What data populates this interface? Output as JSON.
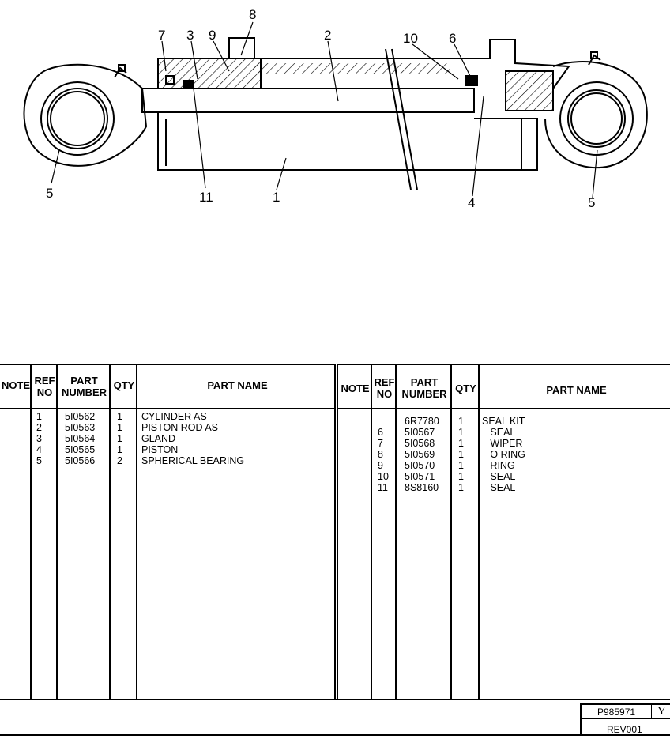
{
  "drawing": {
    "callouts": [
      "7",
      "3",
      "9",
      "8",
      "2",
      "10",
      "6",
      "5",
      "11",
      "1",
      "4",
      "5"
    ]
  },
  "table_left": {
    "headers": {
      "note": "NOTE",
      "ref": "REF\nNO",
      "part": "PART\nNUMBER",
      "qty": "QTY",
      "name": "PART NAME"
    },
    "rows": [
      {
        "ref": "1",
        "part": "5I0562",
        "qty": "1",
        "name": "CYLINDER AS"
      },
      {
        "ref": "2",
        "part": "5I0563",
        "qty": "1",
        "name": "PISTON ROD AS"
      },
      {
        "ref": "3",
        "part": "5I0564",
        "qty": "1",
        "name": "GLAND"
      },
      {
        "ref": "4",
        "part": "5I0565",
        "qty": "1",
        "name": "PISTON"
      },
      {
        "ref": "5",
        "part": "5I0566",
        "qty": "2",
        "name": "SPHERICAL BEARING"
      }
    ]
  },
  "table_right": {
    "headers": {
      "note": "NOTE",
      "ref": "REF\nNO",
      "part": "PART\nNUMBER",
      "qty": "QTY",
      "name": "PART NAME"
    },
    "rows": [
      {
        "ref": "",
        "part": "6R7780",
        "qty": "1",
        "name": "SEAL KIT"
      },
      {
        "ref": "6",
        "part": "5I0567",
        "qty": "1",
        "name": "   SEAL"
      },
      {
        "ref": "7",
        "part": "5I0568",
        "qty": "1",
        "name": "   WIPER"
      },
      {
        "ref": "8",
        "part": "5I0569",
        "qty": "1",
        "name": "   O RING"
      },
      {
        "ref": "9",
        "part": "5I0570",
        "qty": "1",
        "name": "   RING"
      },
      {
        "ref": "10",
        "part": "5I0571",
        "qty": "1",
        "name": "   SEAL"
      },
      {
        "ref": "11",
        "part": "8S8160",
        "qty": "1",
        "name": "   SEAL"
      }
    ]
  },
  "footer": {
    "drawing_no": "P985971",
    "rev": "REV001",
    "letter": "Y"
  }
}
